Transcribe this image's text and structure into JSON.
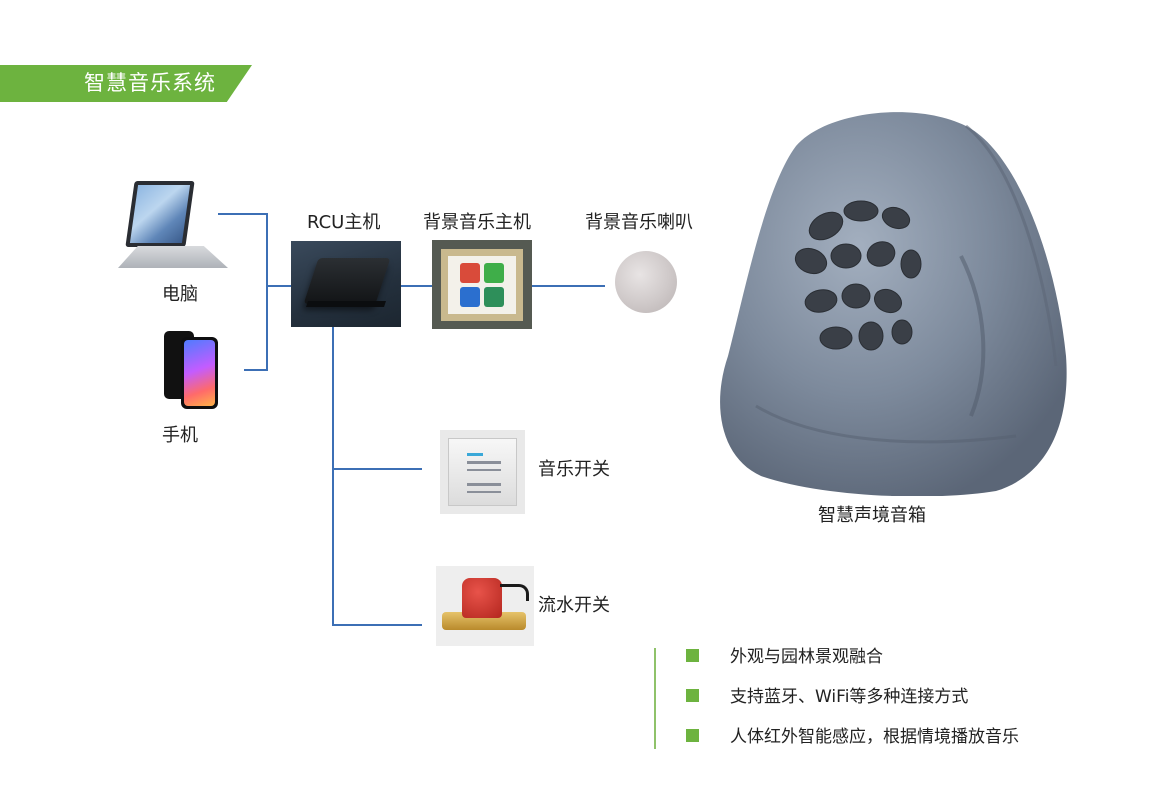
{
  "banner": {
    "title": "智慧音乐系统"
  },
  "devices": {
    "computer": "电脑",
    "phone": "手机",
    "rcu": "RCU主机",
    "bgm_host": "背景音乐主机",
    "bgm_speaker": "背景音乐喇叭",
    "music_switch": "音乐开关",
    "water_switch": "流水开关",
    "rock_speaker": "智慧声境音箱"
  },
  "features": [
    "外观与园林景观融合",
    "支持蓝牙、WiFi等多种连接方式",
    "人体红外智能感应，根据情境播放音乐"
  ],
  "colors": {
    "accent_green": "#6db33f",
    "line_blue": "#3c6fb5",
    "rock_gray": "#7d8a9c"
  },
  "icons": {
    "laptop": "laptop-icon",
    "phone": "smartphone-icon",
    "rcu": "rcu-box-icon",
    "bgm_host": "wall-panel-icon",
    "speaker": "ceiling-speaker-icon",
    "switch": "wall-switch-icon",
    "water": "water-flow-switch-icon",
    "rock": "rock-speaker-icon"
  }
}
